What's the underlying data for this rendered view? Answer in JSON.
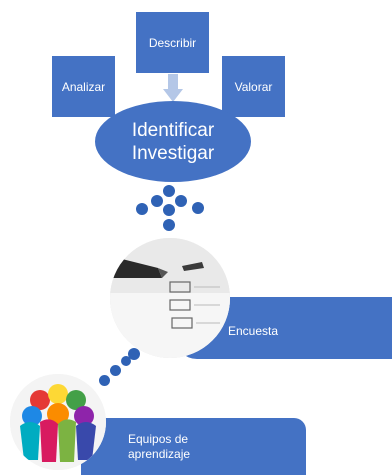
{
  "diagram": {
    "top_boxes": {
      "describir": "Describir",
      "analizar": "Analizar",
      "valorar": "Valorar"
    },
    "center": {
      "line1": "Identificar",
      "line2": "Investigar"
    },
    "steps": {
      "encuesta": "Encuesta",
      "equipos_line1": "Equipos de",
      "equipos_line2": "aprendizaje"
    },
    "images": {
      "survey_photo": "survey-checklist-photo",
      "team_illustration": "team-huddle-illustration"
    },
    "colors": {
      "primary": "#4472c4",
      "dots": "#2f62b5",
      "arrow": "#b4c7e7"
    }
  }
}
